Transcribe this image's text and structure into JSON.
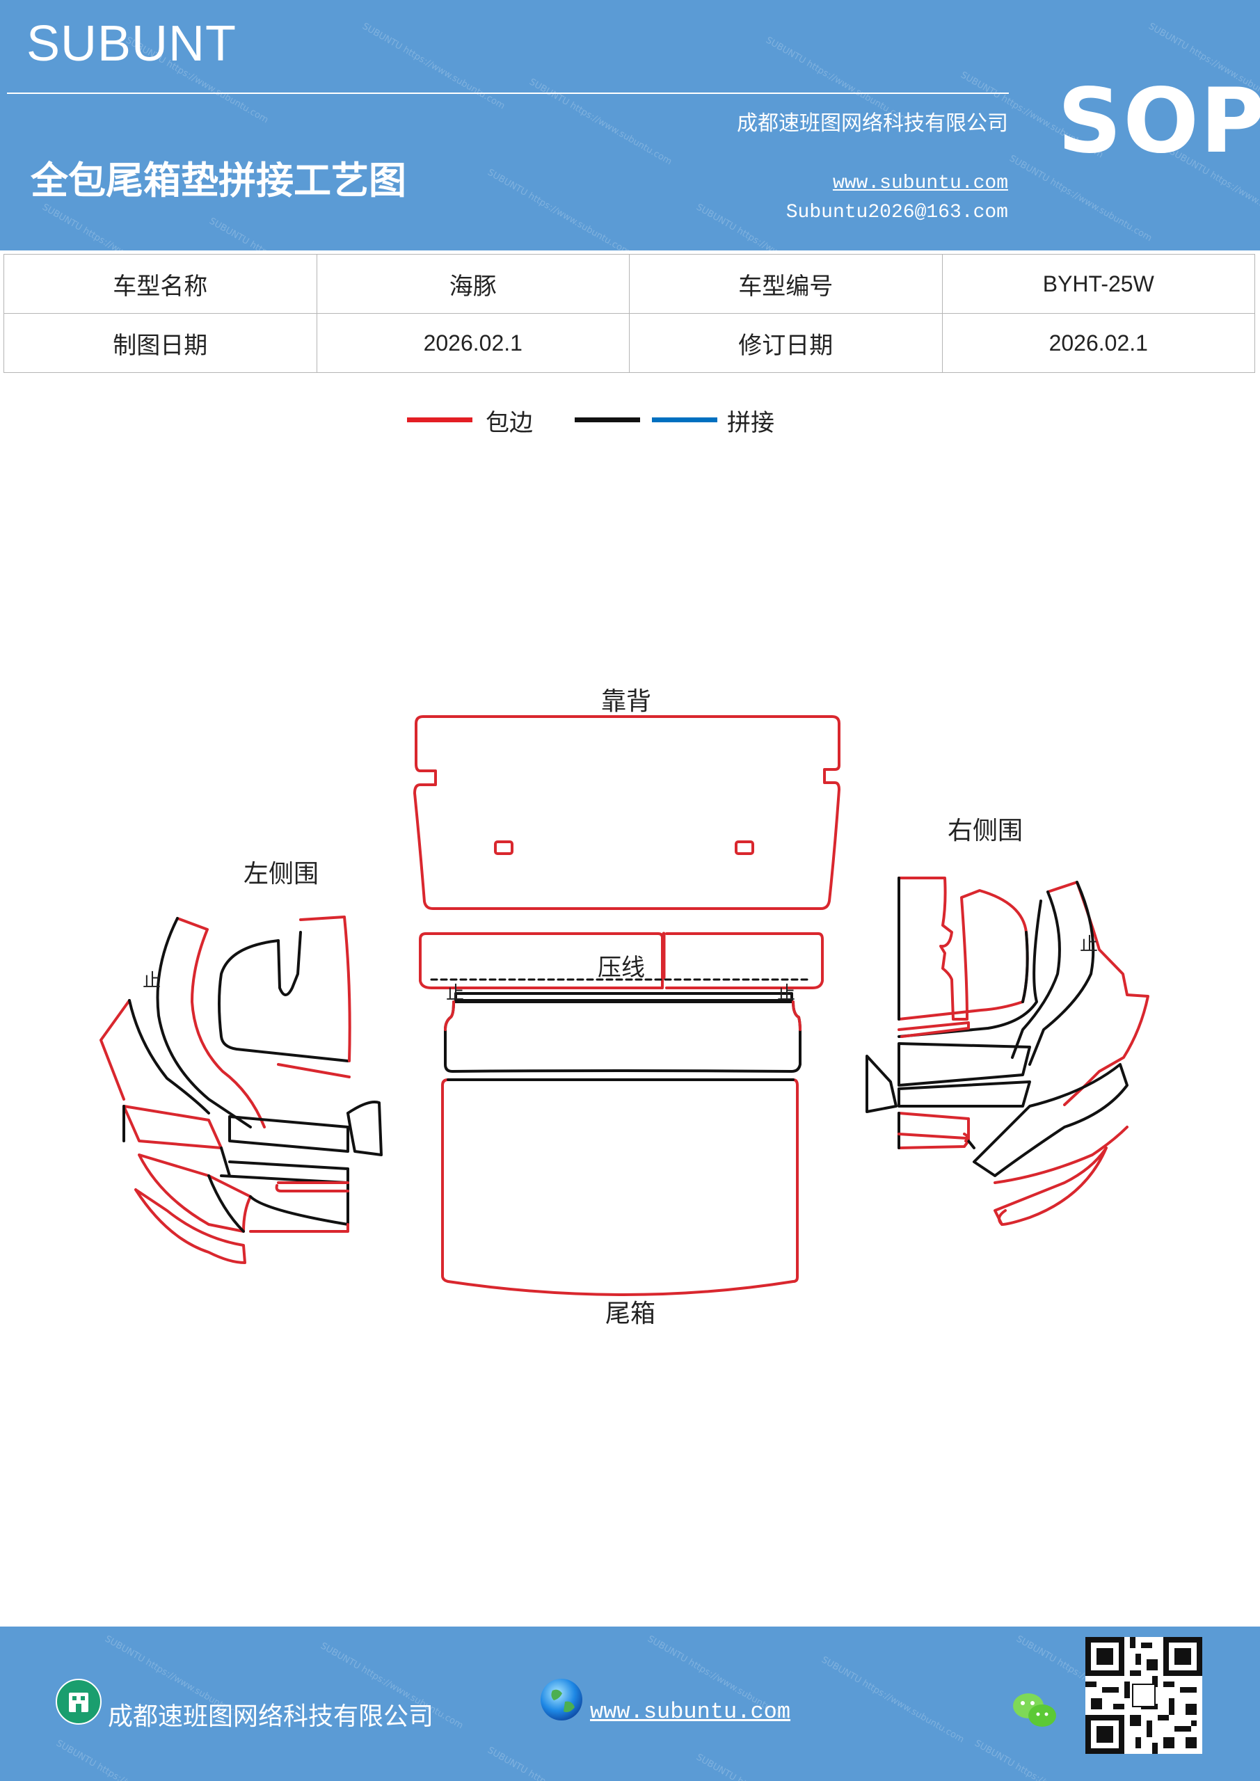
{
  "header": {
    "brand": "SUBUNT",
    "badge": "SOP",
    "company": "成都速班图网络科技有限公司",
    "title": "全包尾箱垫拼接工艺图",
    "website": "www.subuntu.com",
    "email": "Subuntu2026@163.com"
  },
  "info": {
    "row1": {
      "label1": "车型名称",
      "value1": "海豚",
      "label2": "车型编号",
      "value2": "BYHT-25W"
    },
    "row2": {
      "label1": "制图日期",
      "value1": "2026.02.1",
      "label2": "修订日期",
      "value2": "2026.02.1"
    }
  },
  "legend": {
    "items": [
      {
        "label": "包边",
        "color": "#e31e24"
      },
      {
        "label": "拼接",
        "colors": [
          "#111111",
          "#0070c0"
        ]
      }
    ]
  },
  "diagram": {
    "labels": {
      "backrest": "靠背",
      "left_side": "左侧围",
      "right_side": "右侧围",
      "press_line": "压线",
      "trunk": "尾箱",
      "stop": "止"
    },
    "colors": {
      "edge": "#d9272e",
      "seam": "#111111"
    }
  },
  "footer": {
    "company": "成都速班图网络科技有限公司",
    "website": "www.subuntu.com",
    "icons": [
      "building-icon",
      "globe-icon",
      "wechat-icon",
      "qr-code"
    ]
  }
}
